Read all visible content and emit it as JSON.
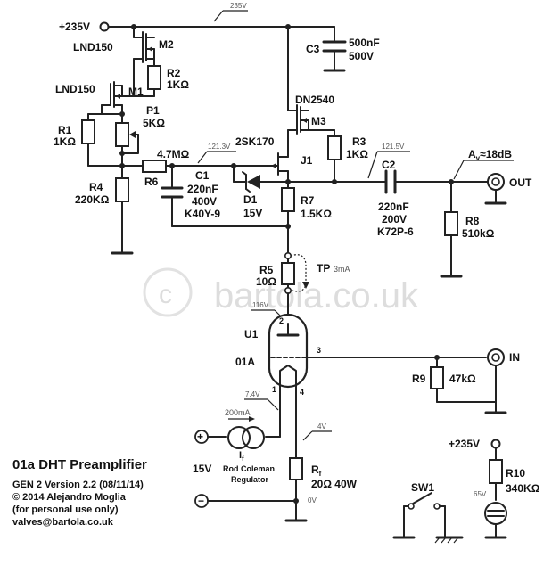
{
  "watermark": "bartola.co.uk",
  "supply": {
    "plus_label": "+235V",
    "rail_note": "235V",
    "plus_label_2": "+235V"
  },
  "components": {
    "M2": {
      "ref": "M2",
      "part": "LND150"
    },
    "M1": {
      "ref": "M1",
      "part": "LND150"
    },
    "R2": {
      "ref": "R2",
      "value": "1KΩ"
    },
    "P1": {
      "ref": "P1",
      "value": "5KΩ"
    },
    "R1": {
      "ref": "R1",
      "value": "1KΩ"
    },
    "R4": {
      "ref": "R4",
      "value": "220KΩ"
    },
    "R6": {
      "ref": "R6",
      "value": "4.7MΩ"
    },
    "C1": {
      "ref": "C1",
      "value": "220nF",
      "voltage": "400V",
      "part": "K40Y-9"
    },
    "C3": {
      "ref": "C3",
      "value": "500nF",
      "voltage": "500V"
    },
    "M3": {
      "ref": "M3",
      "part": "DN2540"
    },
    "R3": {
      "ref": "R3",
      "value": "1KΩ"
    },
    "J1": {
      "ref": "J1",
      "part": "2SK170"
    },
    "D1": {
      "ref": "D1",
      "value": "15V"
    },
    "R7": {
      "ref": "R7",
      "value": "1.5KΩ"
    },
    "C2": {
      "ref": "C2",
      "value": "220nF",
      "voltage": "200V",
      "part": "K72P-6"
    },
    "R8": {
      "ref": "R8",
      "value": "510kΩ"
    },
    "R5": {
      "ref": "R5",
      "value": "10Ω"
    },
    "U1": {
      "ref": "U1",
      "part": "01A"
    },
    "R9": {
      "ref": "R9",
      "value": "47kΩ"
    },
    "Rf": {
      "ref": "R",
      "sub": "f",
      "value": "20Ω 40W"
    },
    "R10": {
      "ref": "R10",
      "value": "340KΩ"
    },
    "SW1": {
      "ref": "SW1"
    },
    "Reg": {
      "line1": "Rod Coleman",
      "line2": "Regulator",
      "sub_i": "I",
      "sub_f": "f",
      "current": "200mA"
    }
  },
  "nodes": {
    "n1213": "121.3V",
    "n1215": "121.5V",
    "n116": "116V",
    "n74": "7.4V",
    "n4": "4V",
    "n0": "0V",
    "n65": "65V",
    "tp": "TP",
    "tp_current": "3mA",
    "pin1": "1",
    "pin2": "2",
    "pin3": "3",
    "pin4": "4"
  },
  "ports": {
    "out": "OUT",
    "in": "IN",
    "gain_a": "A",
    "gain_sub": "v",
    "gain_val": "≈18dB"
  },
  "supply_reg": {
    "voltage": "15V",
    "plus": "+",
    "minus": "−"
  },
  "title_block": {
    "title": "01a DHT Preamplifier",
    "version": "GEN 2 Version 2.2 (08/11/14)",
    "copyright": "© 2014 Alejandro Moglia",
    "note": "(for personal use only)",
    "email": "valves@bartola.co.uk"
  }
}
